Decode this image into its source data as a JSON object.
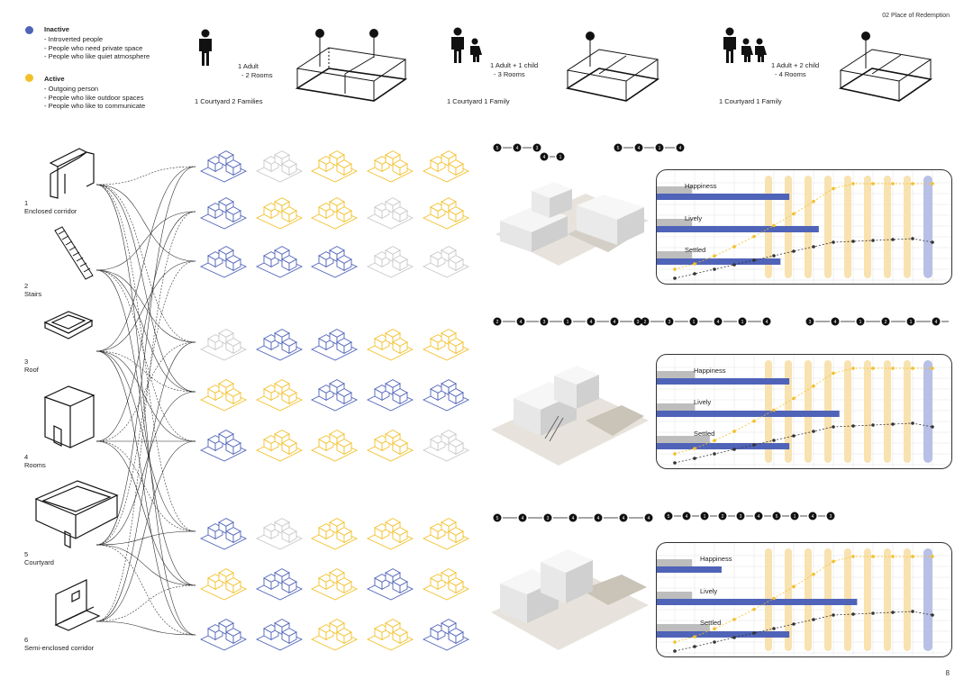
{
  "page": {
    "header": "02 Place of Redemption",
    "number": "8"
  },
  "legend": {
    "inactive": {
      "title": "Inactive",
      "color": "#4f63b8",
      "items": [
        "- Introverted people",
        "- People who need private space",
        "- People who like quiet atmosphere"
      ]
    },
    "active": {
      "title": "Active",
      "color": "#f2c029",
      "items": [
        "- Outgoing person",
        "- People who like outdoor spaces",
        "- People who like to communicate"
      ]
    }
  },
  "scenarios": [
    {
      "people": "1 Adult",
      "rooms": "- 2 Rooms",
      "courtyard": "1 Courtyard 2 Families"
    },
    {
      "people": "1 Adult + 1 child",
      "rooms": "- 3 Rooms",
      "courtyard": "1 Courtyard 1 Family"
    },
    {
      "people": "1 Adult + 2 child",
      "rooms": "- 4 Rooms",
      "courtyard": "1 Courtyard 1 Family"
    }
  ],
  "components": [
    {
      "num": "1",
      "name": "Enclosed corridor"
    },
    {
      "num": "2",
      "name": "Stairs"
    },
    {
      "num": "3",
      "name": "Roof"
    },
    {
      "num": "4",
      "name": "Rooms"
    },
    {
      "num": "5",
      "name": "Courtyard"
    },
    {
      "num": "6",
      "name": "Semi-enclosed corridor"
    }
  ],
  "colors": {
    "blue": "#4f63b8",
    "yellow": "#f2c029",
    "grey": "#c8c8c8",
    "band_yellow": "#f8e2b0",
    "band_blue": "#b9c0e6"
  },
  "chart_data": [
    {
      "type": "bar",
      "categories": [
        "Happiness",
        "Lively",
        "Settled"
      ],
      "series": [
        {
          "values": [
            0.45,
            0.55,
            0.42
          ]
        },
        {
          "values": [
            0.12,
            0.12,
            0.12
          ]
        }
      ]
    },
    {
      "type": "bar",
      "categories": [
        "Happiness",
        "Lively",
        "Settled"
      ],
      "series": [
        {
          "values": [
            0.45,
            0.62,
            0.45
          ]
        },
        {
          "values": [
            0.13,
            0.13,
            0.18
          ]
        }
      ]
    },
    {
      "type": "bar",
      "categories": [
        "Happiness",
        "Lively",
        "Settled"
      ],
      "series": [
        {
          "values": [
            0.22,
            0.68,
            0.45
          ]
        },
        {
          "values": [
            0.12,
            0.12,
            0.18
          ]
        }
      ]
    }
  ],
  "sequences": [
    {
      "row1": [
        "5",
        "4",
        "3",
        "4",
        "1"
      ],
      "row2": [
        "5",
        "4",
        "1",
        "4"
      ]
    },
    {
      "row1": [
        "2",
        "4",
        "3",
        "1",
        "4",
        "4",
        "3"
      ],
      "row2": [
        "2",
        "3",
        "1",
        "4",
        "1",
        "4"
      ],
      "row3": [
        "3",
        "4",
        "1",
        "2",
        "1",
        "4",
        "4"
      ]
    },
    {
      "row1": [
        "5",
        "4",
        "3",
        "4",
        "4",
        "4",
        "4"
      ],
      "row2": [
        "5",
        "4",
        "1",
        "2",
        "3",
        "4",
        "5",
        "1",
        "4",
        "3"
      ]
    }
  ]
}
